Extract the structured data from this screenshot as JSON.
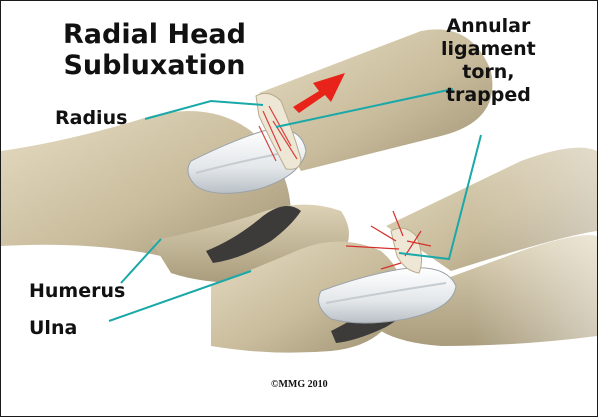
{
  "title": {
    "line1": "Radial Head",
    "line2": "Subluxation"
  },
  "labels": {
    "radius": "Radius",
    "humerus": "Humerus",
    "ulna": "Ulna",
    "ligament": {
      "line1": "Annular",
      "line2": "ligament",
      "line3": "torn,",
      "line4": "trapped"
    }
  },
  "copyright": "©MMG 2010",
  "colors": {
    "leader_line": "#1aa8a8",
    "arrow": "#e8241a",
    "bone": "#cfc3a6",
    "bone_shadow": "#8f8468",
    "ligament": "#f2f4f6",
    "tear": "#d4302a",
    "cartilage": "#3d3a3a"
  }
}
